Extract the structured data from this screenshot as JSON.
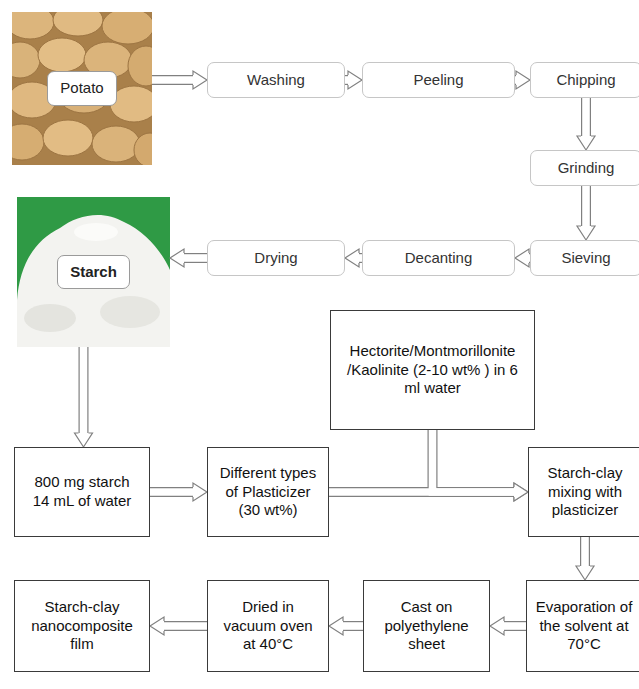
{
  "diagram": {
    "nodes": [
      {
        "text": [
          "Potato"
        ]
      },
      {
        "text": [
          "Washing"
        ]
      },
      {
        "text": [
          "Peeling"
        ]
      },
      {
        "text": [
          "Chipping"
        ]
      },
      {
        "text": [
          "Grinding"
        ]
      },
      {
        "text": [
          "Sieving"
        ]
      },
      {
        "text": [
          "Decanting"
        ]
      },
      {
        "text": [
          "Drying"
        ]
      },
      {
        "text": [
          "Starch"
        ]
      },
      {
        "text": [
          "800 mg starch 14 mL of water"
        ]
      },
      {
        "text": [
          "Different types of Plasticizer (30 wt%)"
        ]
      },
      {
        "text": [
          "Hectorite/Montmorillonite /Kaolinite (2-10 wt% ) in 6 ml water"
        ]
      },
      {
        "text": [
          "Starch-clay mixing with plasticizer"
        ]
      },
      {
        "text": [
          "Evaporation of the solvent at 70°C"
        ]
      },
      {
        "text": [
          "Cast on polyethylene sheet"
        ]
      },
      {
        "text": [
          "Dried in vacuum oven at 40°C"
        ]
      },
      {
        "text": [
          "Starch-clay nanocomposite film"
        ]
      }
    ],
    "edges": [
      {
        "from": 0,
        "to": 1,
        "arrow": "to"
      },
      {
        "from": 1,
        "to": 2,
        "arrow": "to"
      },
      {
        "from": 2,
        "to": 3,
        "arrow": "to"
      },
      {
        "from": 3,
        "to": 4,
        "arrow": "to"
      },
      {
        "from": 4,
        "to": 5,
        "arrow": "to"
      },
      {
        "from": 5,
        "to": 6,
        "arrow": "to"
      },
      {
        "from": 6,
        "to": 7,
        "arrow": "to"
      },
      {
        "from": 7,
        "to": 8,
        "arrow": "to"
      },
      {
        "from": 8,
        "to": 9,
        "arrow": "to"
      },
      {
        "from": 9,
        "to": 10,
        "arrow": "to"
      },
      {
        "from": 10,
        "to": 12,
        "arrow": "to"
      },
      {
        "from": 11,
        "to": 12,
        "arrow": "to"
      },
      {
        "from": 12,
        "to": 13,
        "arrow": "to"
      },
      {
        "from": 13,
        "to": 14,
        "arrow": "to"
      },
      {
        "from": 14,
        "to": 15,
        "arrow": "to"
      },
      {
        "from": 15,
        "to": 16,
        "arrow": "to"
      }
    ]
  }
}
